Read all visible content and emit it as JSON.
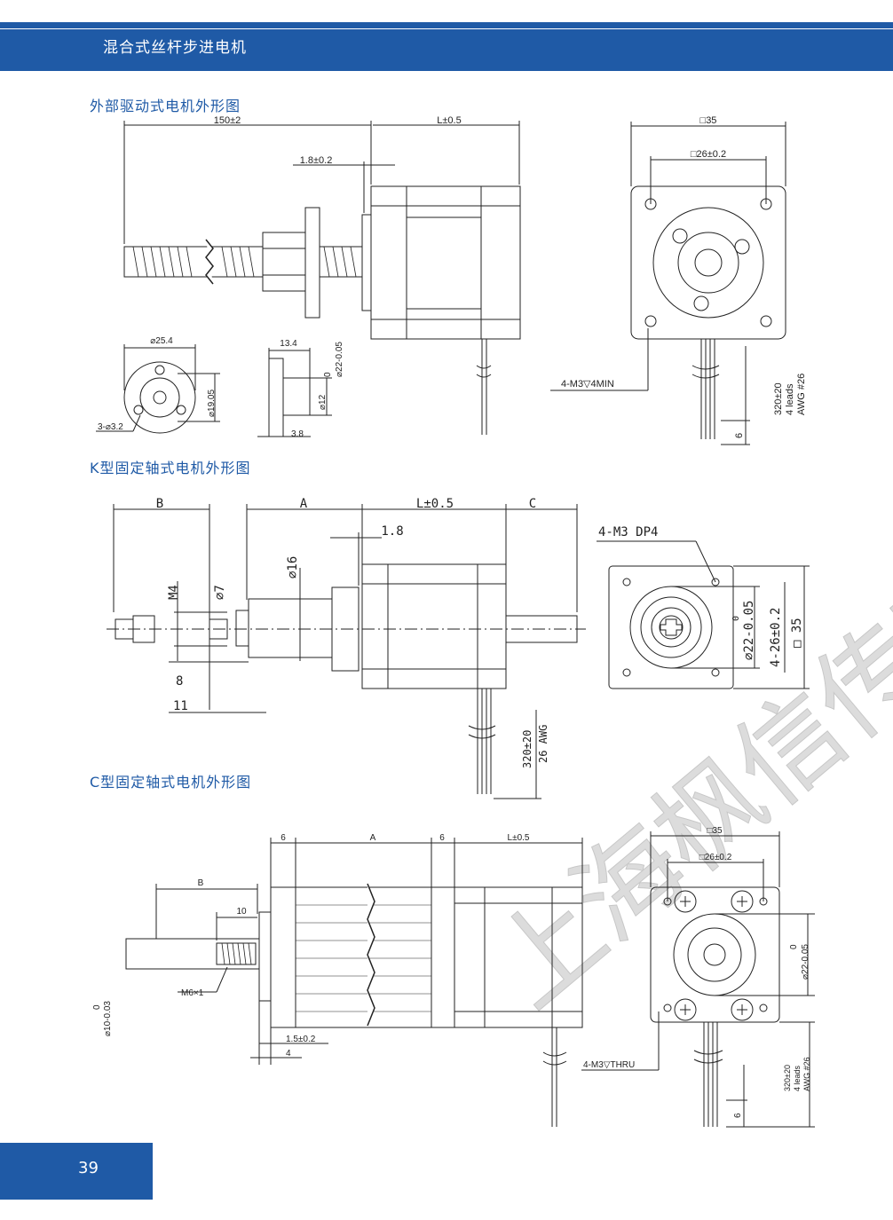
{
  "header": {
    "title": "混合式丝杆步进电机"
  },
  "sections": {
    "external": {
      "title": "外部驱动式电机外形图",
      "dims": {
        "screw_len": "150±2",
        "body_len": "L±0.5",
        "flange_gap": "1.8±0.2",
        "square": "□35",
        "hole_square": "□26±0.2",
        "mount_holes": "4-M3▽4MIN",
        "boss_tol": "0",
        "boss_dia": "⌀22-0.05",
        "leads_len": "320±20",
        "leads_count": "4 leads",
        "awg": "AWG #26",
        "lead_strip": "6",
        "nut_od": "⌀25.4",
        "nut_pcd": "⌀19.05",
        "nut_holes": "3-⌀3.2",
        "nut_len": "13.4",
        "nut_shank": "⌀12",
        "nut_flange": "3.8"
      }
    },
    "k_type": {
      "title": "K型固定轴式电机外形图",
      "dims": {
        "b": "B",
        "a": "A",
        "body_len": "L±0.5",
        "c": "C",
        "flange_gap": "1.8",
        "m4": "M4",
        "d7": "⌀7",
        "d16": "⌀16",
        "eight": "8",
        "eleven": "11",
        "mount_holes": "4-M3 DP4",
        "boss_tol": "0",
        "boss_dia": "⌀22-0.05",
        "hole_square": "4-26±0.2",
        "square": "□ 35",
        "leads_len": "320±20",
        "awg": "26 AWG"
      }
    },
    "c_type": {
      "title": "C型固定轴式电机外形图",
      "dims": {
        "six_left": "6",
        "a": "A",
        "six_right": "6",
        "body_len": "L±0.5",
        "square": "□35",
        "hole_square": "□26±0.2",
        "b": "B",
        "ten": "10",
        "thread": "M6×1",
        "shaft_tol": "0",
        "shaft_dia": "⌀10-0.03",
        "flange_gap": "1.5±0.2",
        "four": "4",
        "mount_holes": "4-M3▽THRU",
        "boss_tol": "0",
        "boss_dia": "⌀22-0.05",
        "leads_len": "320±20",
        "leads_count": "4 leads",
        "awg": "AWG #26",
        "lead_strip": "6"
      }
    }
  },
  "watermark": "上海枫信传动",
  "footer": {
    "page_number": "39"
  },
  "colors": {
    "brand": "#1f5aa6",
    "line": "#222222",
    "watermark": "#dddddd"
  }
}
